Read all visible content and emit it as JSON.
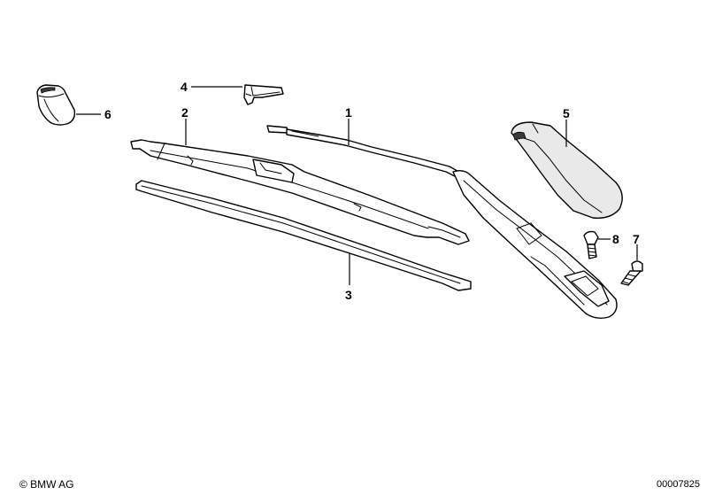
{
  "callouts": [
    {
      "id": "1",
      "label": "1"
    },
    {
      "id": "2",
      "label": "2"
    },
    {
      "id": "3",
      "label": "3"
    },
    {
      "id": "4",
      "label": "4"
    },
    {
      "id": "5",
      "label": "5"
    },
    {
      "id": "6",
      "label": "6"
    },
    {
      "id": "7",
      "label": "7"
    },
    {
      "id": "8",
      "label": "8"
    }
  ],
  "footer": {
    "copyright": "© BMW AG",
    "drawing_number": "00007825"
  }
}
